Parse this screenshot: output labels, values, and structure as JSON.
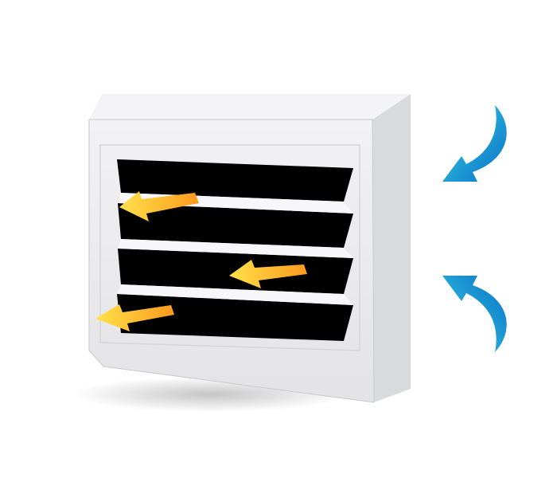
{
  "illustration": {
    "subject": "wall-mounted-air-vent-unit",
    "colors": {
      "housing_front": "#ececee",
      "housing_side": "#d9dadd",
      "housing_top": "#f4f4f6",
      "housing_outline": "#c9cacd",
      "slot_fill": "#000000",
      "shadow": "#bfbfbf",
      "outflow_arrow_start": "#ff9a1e",
      "outflow_arrow_end": "#ffe14a",
      "inflow_arrow_start": "#0a6fc9",
      "inflow_arrow_end": "#36d3df"
    },
    "louver_slot_count": 4,
    "outflow_arrow_count": 3,
    "inflow_arrow_count": 2,
    "icons": {
      "outflow": "warm-air-outflow-arrow-icon",
      "inflow": "fresh-air-inflow-arrow-icon"
    }
  }
}
